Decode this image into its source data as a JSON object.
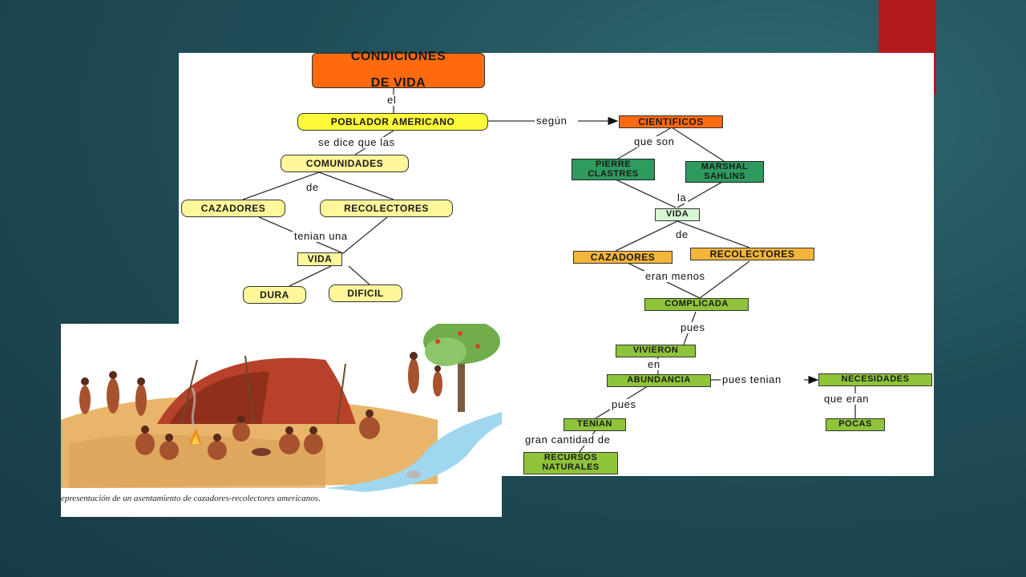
{
  "diagram": {
    "title_line1": "CONDICIONES",
    "title_line2": "DE VIDA",
    "nodes": {
      "poblador": "POBLADOR AMERICANO",
      "comunidades": "COMUNIDADES",
      "cazadores_left": "CAZADORES",
      "recolectores_left": "RECOLECTORES",
      "vida_left": "VIDA",
      "dura": "DURA",
      "dificil": "DIFICIL",
      "cientificos": "CIENTIFICOS",
      "pierre": "PIERRE\nCLASTRES",
      "marshal": "MARSHAL\nSAHLINS",
      "vida_right": "VIDA",
      "cazadores_right": "CAZADORES",
      "recolectores_right": "RECOLECTORES",
      "complicada": "COMPLICADA",
      "vivieron": "VIVIERON",
      "abundancia": "ABUNDANCIA",
      "necesidades": "NECESIDADES",
      "pocas": "POCAS",
      "tenian": "TENIAN",
      "recursos": "RECURSOS\nNATURALES"
    },
    "links": {
      "el": "el",
      "segun": "según",
      "se_dice": "se dice que las",
      "de_left": "de",
      "tenian_una": "tenian una",
      "que_son": "que son",
      "la": "la",
      "de_right": "de",
      "eran_menos": "eran menos",
      "pues_1": "pues",
      "en": "en",
      "pues_tenian": "pues tenian",
      "que_eran": "que eran",
      "pues_2": "pues",
      "gran_cantidad": "gran cantidad de"
    }
  },
  "illustration": {
    "caption": "epresentación de un asentamiento de cazadores-recolectores americanos."
  },
  "colors": {
    "background": "#1f4d57",
    "accent_red": "#b2191c",
    "node_orange": "#ff6a0e",
    "node_yellow": "#fff79a",
    "node_green": "#2e9a5e",
    "node_lime": "#8fc43a",
    "node_amber": "#f5b53a"
  }
}
